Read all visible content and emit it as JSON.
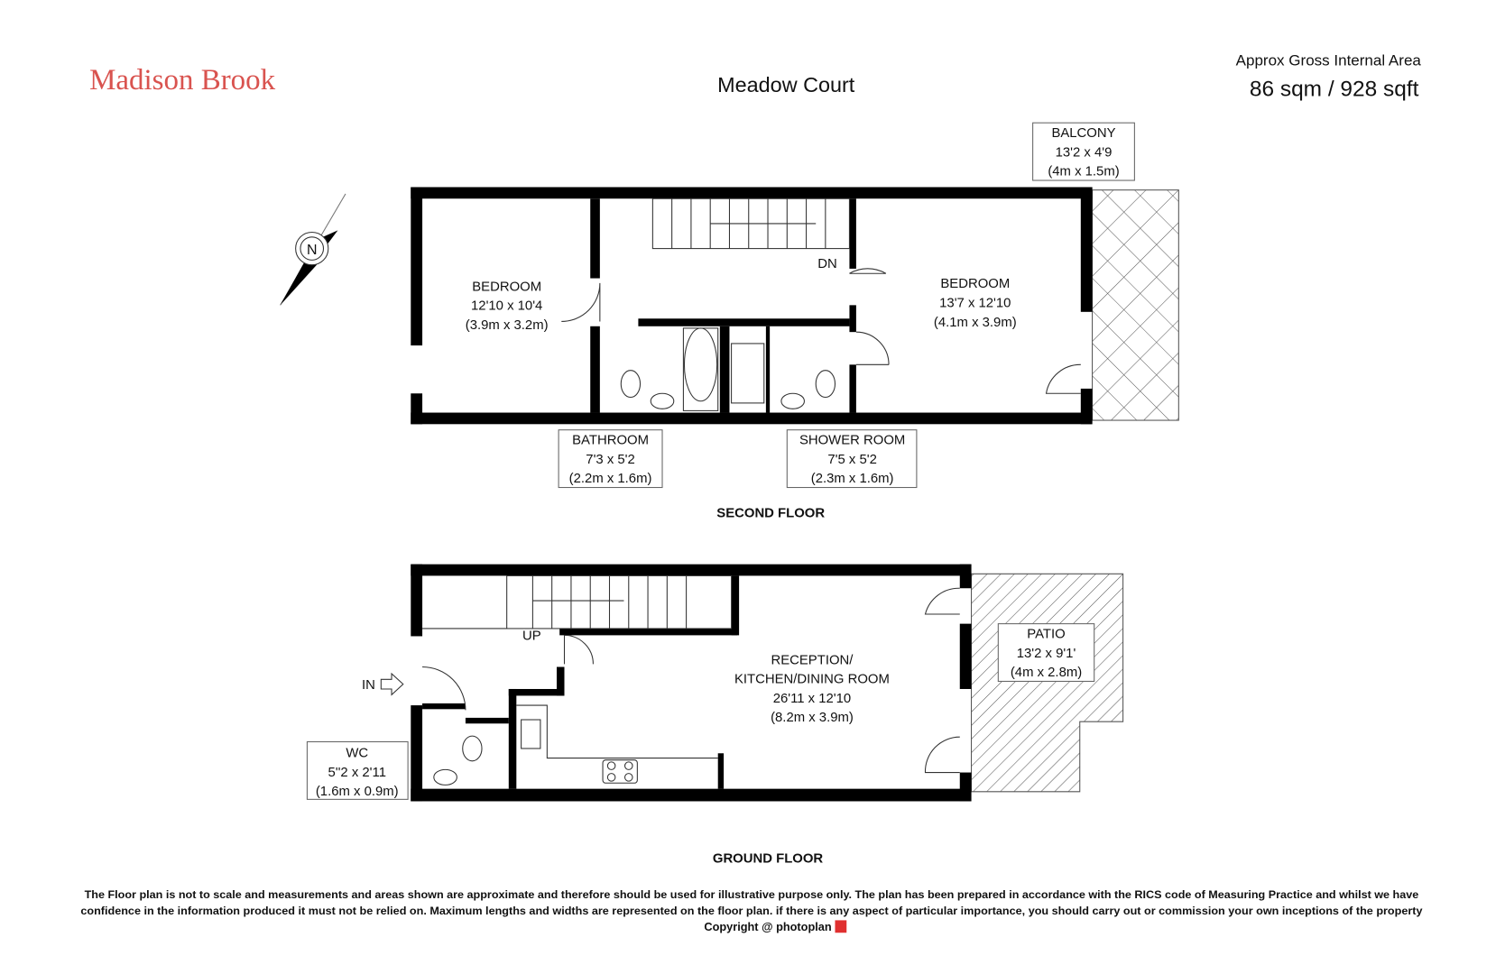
{
  "brand": {
    "name": "Madison Brook",
    "color": "#d9534f"
  },
  "title": "Meadow Court",
  "area": {
    "label": "Approx Gross Internal Area",
    "value": "86 sqm / 928 sqft"
  },
  "compass": {
    "label": "N"
  },
  "second_floor": {
    "label": "SECOND FLOOR",
    "stair_label": "DN",
    "rooms": [
      {
        "name": "BEDROOM",
        "imperial": "12'10 x 10'4",
        "metric": "(3.9m x 3.2m)"
      },
      {
        "name": "BEDROOM",
        "imperial": "13'7 x 12'10",
        "metric": "(4.1m x 3.9m)"
      },
      {
        "name": "BATHROOM",
        "imperial": "7'3 x 5'2",
        "metric": "(2.2m x 1.6m)"
      },
      {
        "name": "SHOWER ROOM",
        "imperial": "7'5 x 5'2",
        "metric": "(2.3m x 1.6m)"
      },
      {
        "name": "BALCONY",
        "imperial": "13'2 x 4'9",
        "metric": "(4m x 1.5m)"
      }
    ]
  },
  "ground_floor": {
    "label": "GROUND FLOOR",
    "stair_label": "UP",
    "entrance_label": "IN",
    "rooms": [
      {
        "name": "RECEPTION/",
        "name2": "KITCHEN/DINING ROOM",
        "imperial": "26'11 x 12'10",
        "metric": "(8.2m x 3.9m)"
      },
      {
        "name": "PATIO",
        "imperial": "13'2 x 9'1'",
        "metric": "(4m x 2.8m)"
      },
      {
        "name": "WC",
        "imperial": "5''2 x 2'11",
        "metric": "(1.6m x 0.9m)"
      }
    ]
  },
  "disclaimer": {
    "line1": "The Floor plan is not to scale and measurements and areas shown are approximate and therefore should be used for illustrative purpose only. The plan has been prepared in accordance with the RICS code of Measuring Practice and whilst we have",
    "line2": "confidence in the information produced it must not be relied on. Maximum  lengths and widths are represented on the floor plan. if there is any aspect of particular importance, you should carry out or commission your own inceptions of the property",
    "copyright": "Copyright @ photoplan"
  }
}
